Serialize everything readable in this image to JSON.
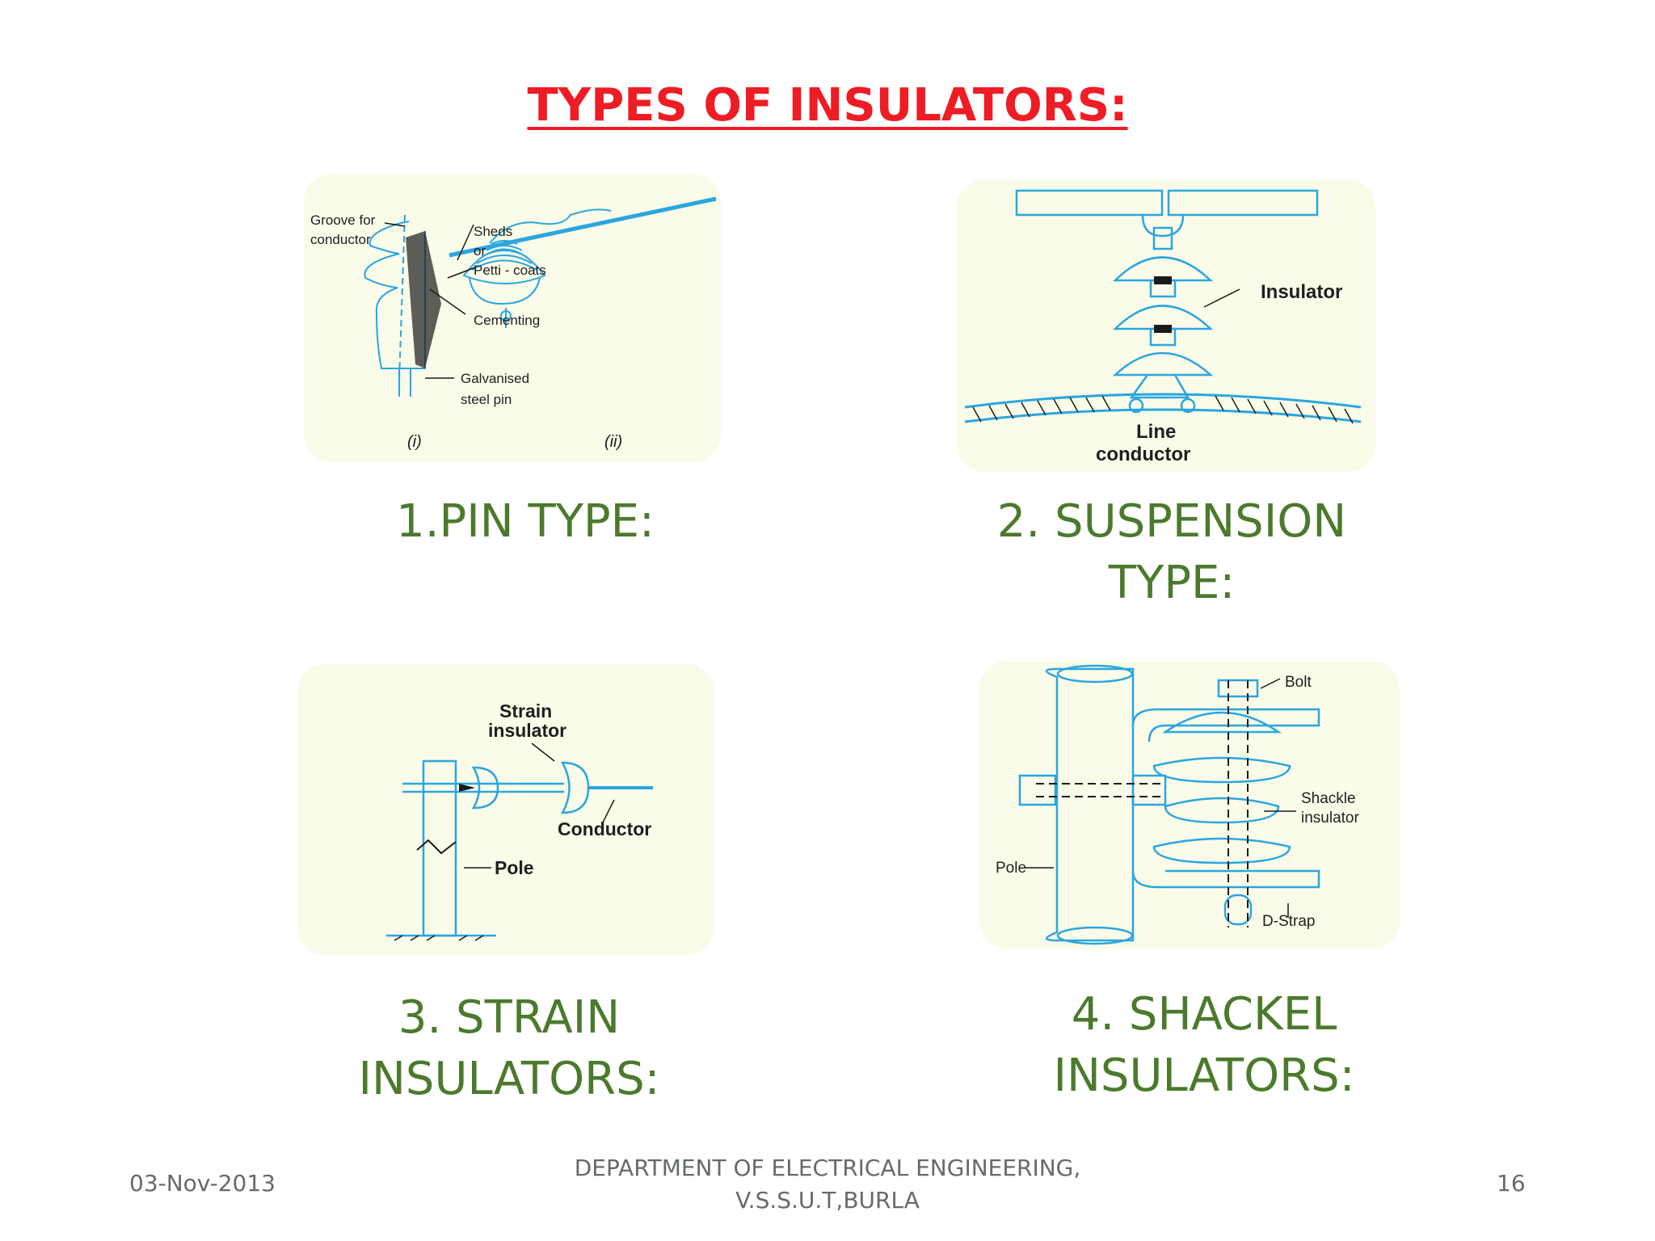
{
  "slide": {
    "title": "TYPES OF INSULATORS:",
    "accent_color": "#ee1c24",
    "caption_color": "#4b7a2c",
    "diagram_color": "#2aa6e0"
  },
  "panels": {
    "pin": {
      "caption": "1.PIN TYPE:",
      "labels": {
        "groove": "Groove for",
        "groove2": "conductor",
        "sheds": "Sheds",
        "or": "or",
        "petti": "Petti - coats",
        "cementing": "Cementing",
        "galvanised": "Galvanised",
        "steel_pin": "steel pin",
        "fig_i": "(i)",
        "fig_ii": "(ii)"
      }
    },
    "suspension": {
      "caption_line1": "2. SUSPENSION",
      "caption_line2": "TYPE:",
      "labels": {
        "insulator": "Insulator",
        "line": "Line",
        "conductor": "conductor"
      }
    },
    "strain": {
      "caption_line1": "3. STRAIN",
      "caption_line2": "INSULATORS:",
      "labels": {
        "strain": "Strain",
        "insulator": "insulator",
        "conductor": "Conductor",
        "pole": "Pole"
      }
    },
    "shackle": {
      "caption_line1": "4. SHACKEL",
      "caption_line2": "INSULATORS:",
      "labels": {
        "bolt": "Bolt",
        "shackle": "Shackle",
        "insulator": "insulator",
        "pole": "Pole",
        "dstrap": "D-Strap"
      }
    }
  },
  "footer": {
    "date": "03-Nov-2013",
    "dept_line1": "DEPARTMENT OF ELECTRICAL ENGINEERING,",
    "dept_line2": "V.S.S.U.T,BURLA",
    "page_number": "16"
  }
}
